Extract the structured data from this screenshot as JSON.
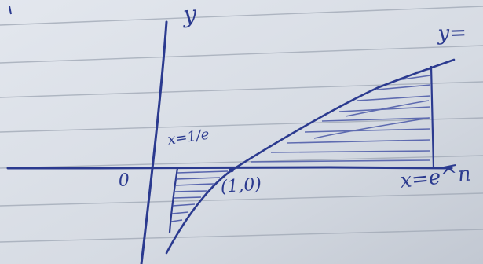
{
  "labels": {
    "y_axis": "y",
    "origin": "0",
    "x_equals_inverse_e": "x=1/e",
    "point": "(1,0)",
    "x_equals_e": "x=e^n",
    "curve_label": "y="
  },
  "colors": {
    "paper": "#d9dee6",
    "paper_shadow": "#c7ccd6",
    "rule_line": "#9fa8b5",
    "ink": "#2b3a8f"
  }
}
